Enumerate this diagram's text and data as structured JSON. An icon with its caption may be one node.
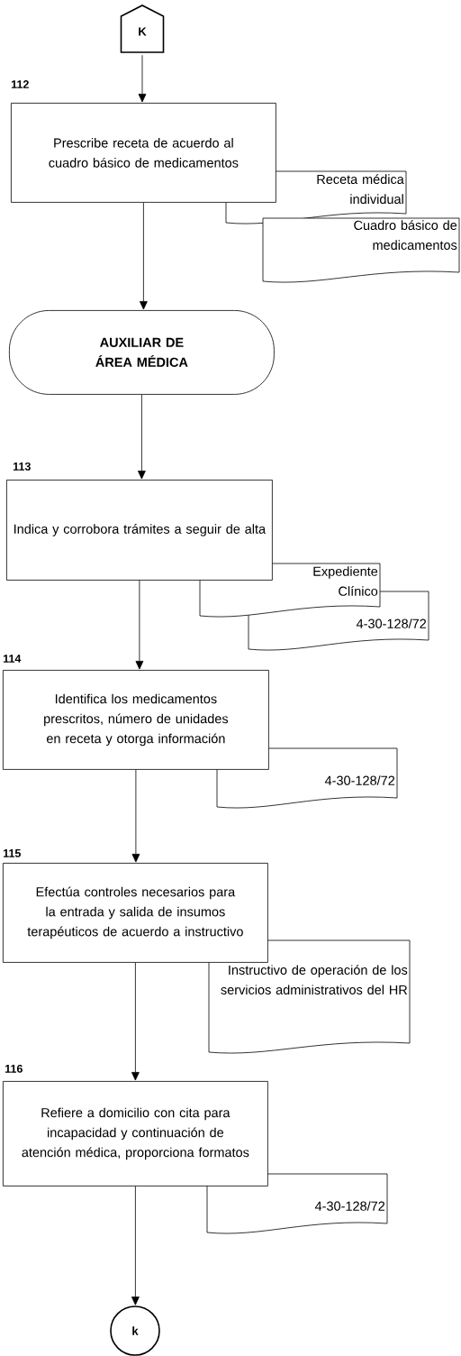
{
  "diagram": {
    "nodes": [
      {
        "text": [
          "K"
        ]
      },
      {
        "text": [
          "Prescribe receta de acuerdo al cuadro básico de medicamentos"
        ],
        "beside": [
          "112"
        ]
      },
      {
        "text": [
          "Receta médica individual"
        ]
      },
      {
        "text": [
          "Cuadro básico de medicamentos"
        ]
      },
      {
        "text": [
          "AUXILIAR DE ÁREA MÉDICA"
        ]
      },
      {
        "text": [
          "Indica y corrobora trámites a seguir de alta"
        ],
        "beside": [
          "113"
        ]
      },
      {
        "text": [
          "Expediente Clínico"
        ]
      },
      {
        "text": [
          "4-30-128/72"
        ]
      },
      {
        "text": [
          "Identifica los medicamentos prescritos, número de unidades en receta y otorga información"
        ],
        "beside": [
          "114"
        ]
      },
      {
        "text": [
          "4-30-128/72"
        ]
      },
      {
        "text": [
          "Efectúa controles necesarios para la entrada y salida de insumos terapéuticos de acuerdo a instructivo"
        ],
        "beside": [
          "115"
        ]
      },
      {
        "text": [
          "Instructivo de operación de los servicios administrativos del HR"
        ]
      },
      {
        "text": [
          "Refiere a domicilio con cita para incapacidad y continuación de atención médica, proporciona formatos"
        ],
        "beside": [
          "116"
        ]
      },
      {
        "text": [
          "4-30-128/72"
        ]
      },
      {
        "text": [
          "k"
        ]
      }
    ],
    "edges": [
      {
        "from": 0,
        "to": 1,
        "arrow": "to"
      },
      {
        "from": 1,
        "to": 4,
        "arrow": "to"
      },
      {
        "from": 4,
        "to": 5,
        "arrow": "to"
      },
      {
        "from": 5,
        "to": 8,
        "arrow": "to"
      },
      {
        "from": 8,
        "to": 10,
        "arrow": "to"
      },
      {
        "from": 10,
        "to": 12,
        "arrow": "to"
      },
      {
        "from": 12,
        "to": 14,
        "arrow": "to"
      }
    ]
  }
}
